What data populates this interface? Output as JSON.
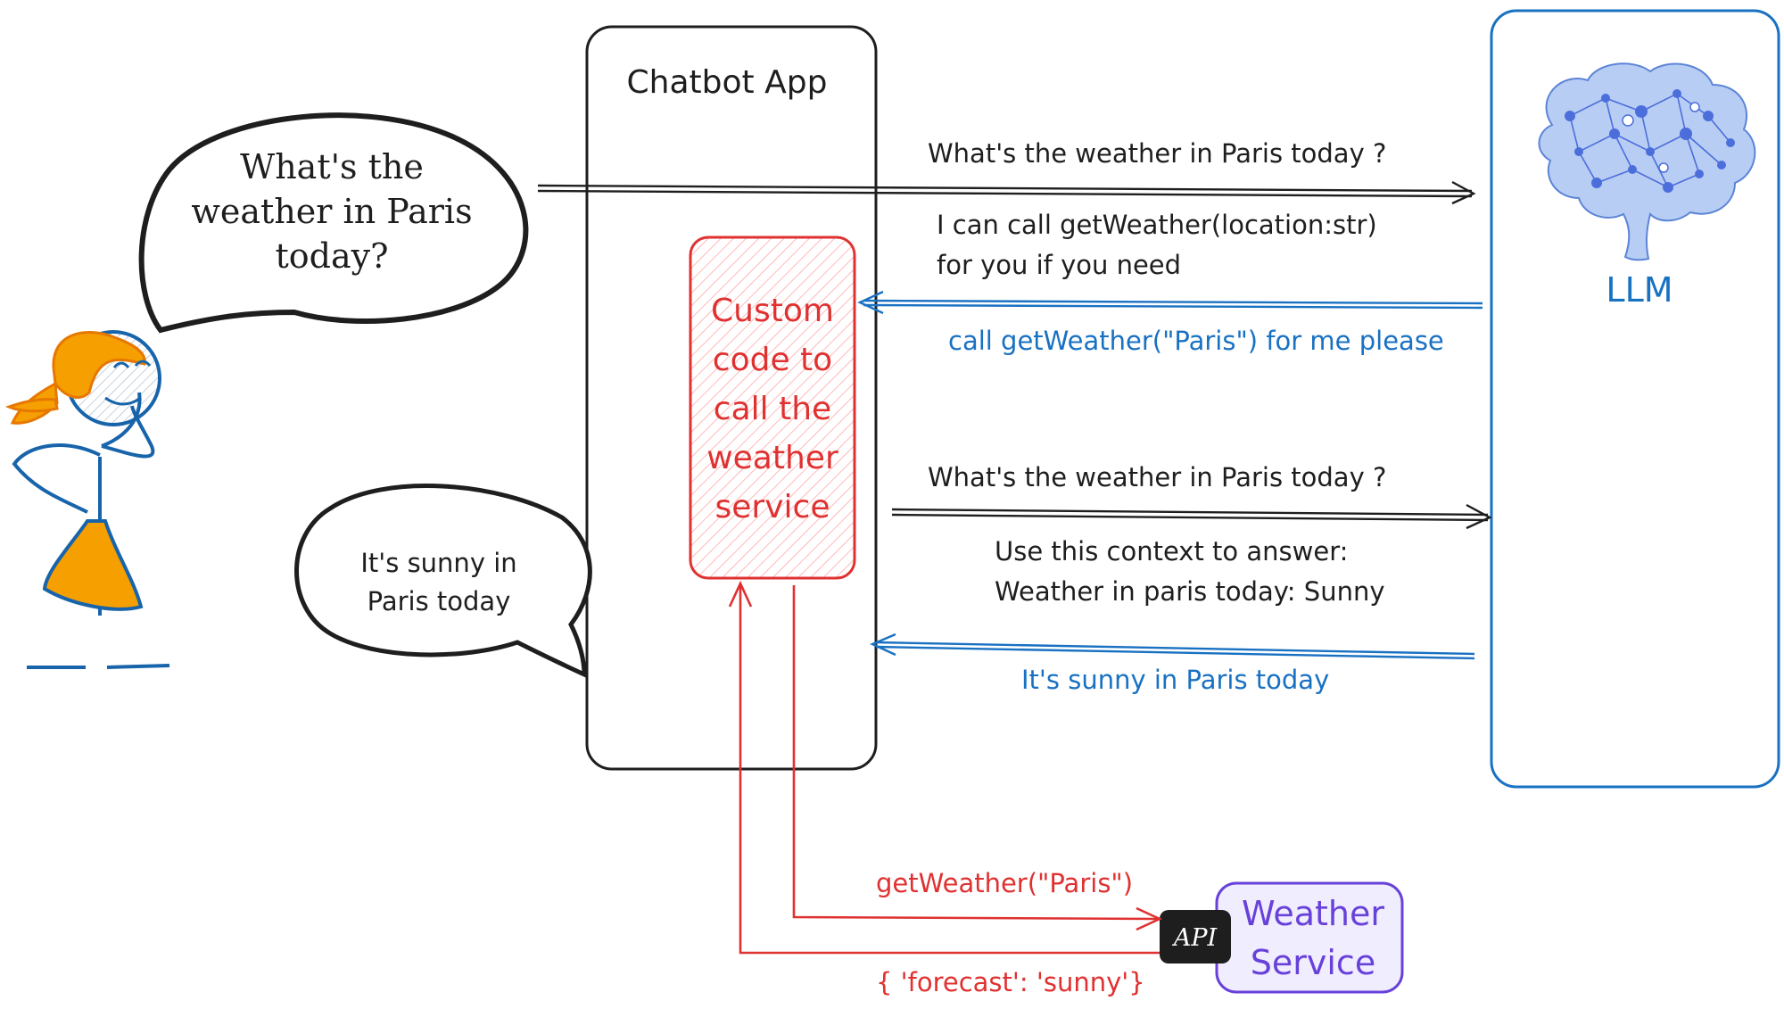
{
  "user": {
    "question_lines": [
      "What's the",
      "weather in Paris",
      "today?"
    ],
    "answer_lines": [
      "It's sunny in",
      "Paris today"
    ]
  },
  "chatbot": {
    "title": "Chatbot App",
    "custom_code_lines": [
      "Custom",
      "code to",
      "call the",
      "weather",
      "service"
    ]
  },
  "llm": {
    "label": "LLM",
    "icon": "brain-network-icon"
  },
  "messages": {
    "q1": "What's the weather in Paris today ?",
    "tools_offer_lines": [
      "I can call getWeather(location:str)",
      "for you if you need"
    ],
    "tool_call_request": "call getWeather(\"Paris\") for me please",
    "q2": "What's the weather in Paris today ?",
    "context_lines": [
      "Use this context to answer:",
      "Weather in paris today: Sunny"
    ],
    "final_answer": "It's sunny in Paris today"
  },
  "weather_service": {
    "badge": "API",
    "name_lines": [
      "Weather",
      "Service"
    ],
    "request": "getWeather(\"Paris\")",
    "response": "{ 'forecast': 'sunny'}"
  },
  "colors": {
    "ink": "#1e1e1e",
    "llm_blue": "#1971c2",
    "code_red": "#e03131",
    "service_purple": "#6741d9",
    "service_fill": "#f0edff",
    "girl_orange": "#f59f00",
    "girl_blue": "#1864ab",
    "code_fill": "#ffc9c9"
  }
}
